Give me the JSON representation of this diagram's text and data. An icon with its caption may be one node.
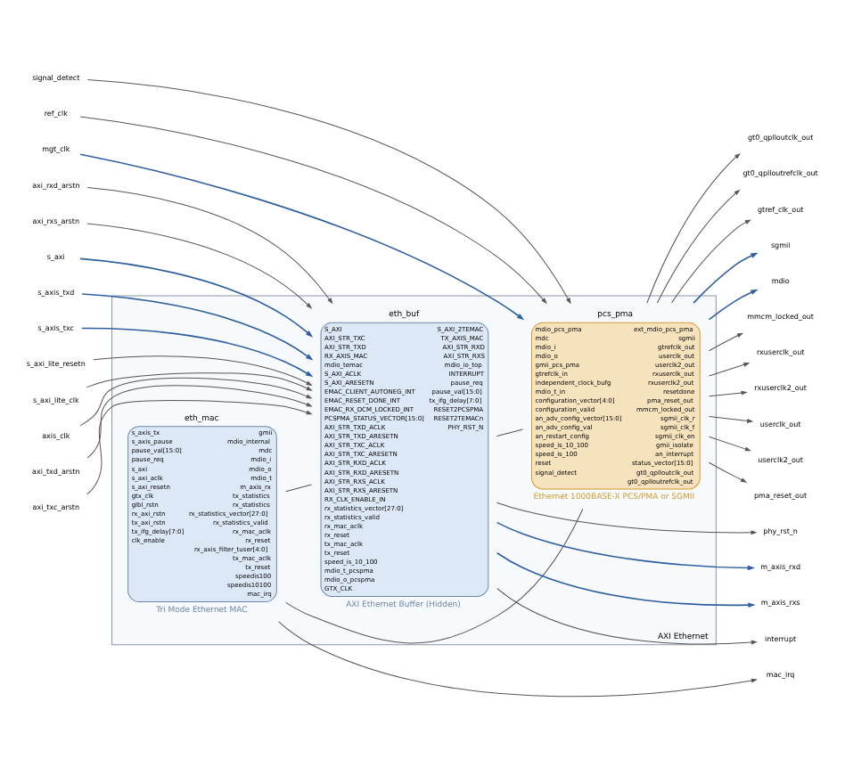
{
  "diagram": {
    "nodes": [
      {
        "text": [
          "AXI Ethernet"
        ]
      },
      {
        "text": [
          "eth_mac",
          "s_axis_tx",
          "s_axis_pause",
          "pause_val[15:0]",
          "pause_req",
          "s_axi",
          "s_axi_aclk",
          "s_axi_resetn",
          "gtx_clk",
          "glbl_rstn",
          "rx_axi_rstn",
          "tx_axi_rstn",
          "tx_ifg_delay[7:0]",
          "clk_enable",
          "gmii",
          "mdio_internal",
          "mdc",
          "mdio_i",
          "mdio_o",
          "mdio_t",
          "m_axis_rx",
          "tx_statistics",
          "rx_statistics",
          "rx_statistics_vector[27:0]",
          "rx_statistics_valid",
          "rx_mac_aclk",
          "rx_reset",
          "rx_axis_filter_tuser[4:0]",
          "tx_mac_aclk",
          "tx_reset",
          "speedis100",
          "speedis10100",
          "mac_irq",
          "Tri Mode Ethernet MAC"
        ],
        "in": 0
      },
      {
        "text": [
          "eth_buf",
          "S_AXI",
          "AXI_STR_TXC",
          "AXI_STR_TXD",
          "RX_AXIS_MAC",
          "mdio_temac",
          "S_AXI_ACLK",
          "S_AXI_ARESETN",
          "EMAC_CLIENT_AUTONEG_INT",
          "EMAC_RESET_DONE_INT",
          "EMAC_RX_DCM_LOCKED_INT",
          "PCSPMA_STATUS_VECTOR[15:0]",
          "AXI_STR_TXD_ACLK",
          "AXI_STR_TXD_ARESETN",
          "AXI_STR_TXC_ACLK",
          "AXI_STR_TXC_ARESETN",
          "AXI_STR_RXD_ACLK",
          "AXI_STR_RXD_ARESETN",
          "AXI_STR_RXS_ACLK",
          "AXI_STR_RXS_ARESETN",
          "RX_CLK_ENABLE_IN",
          "rx_statistics_vector[27:0]",
          "rx_statistics_valid",
          "rx_mac_aclk",
          "rx_reset",
          "tx_mac_aclk",
          "tx_reset",
          "speed_is_10_100",
          "mdio_t_pcspma",
          "mdio_o_pcspma",
          "GTX_CLK",
          "S_AXI_2TEMAC",
          "TX_AXIS_MAC",
          "AXI_STR_RXD",
          "AXI_STR_RXS",
          "mdio_io_top",
          "INTERRUPT",
          "pause_req",
          "pause_val[15:0]",
          "tx_ifg_delay[7:0]",
          "RESET2PCSPMA",
          "RESET2TEMACn",
          "PHY_RST_N",
          "AXI Ethernet Buffer (Hidden)"
        ],
        "in": 0
      },
      {
        "text": [
          "pcs_pma",
          "mdio_pcs_pma",
          "mdc",
          "mdio_i",
          "mdio_o",
          "gmii_pcs_pma",
          "gtrefclk_in",
          "independent_clock_bufg",
          "mdio_t_in",
          "configuration_vector[4:0]",
          "configuration_valid",
          "an_adv_config_vector[15:0]",
          "an_adv_config_val",
          "an_restart_config",
          "speed_is_10_100",
          "speed_is_100",
          "reset",
          "signal_detect",
          "ext_mdio_pcs_pma",
          "sgmii",
          "gtrefclk_out",
          "userclk_out",
          "userclk2_out",
          "rxuserclk_out",
          "rxuserclk2_out",
          "resetdone",
          "pma_reset_out",
          "mmcm_locked_out",
          "sgmii_clk_r",
          "sgmii_clk_f",
          "sgmii_clk_en",
          "gmii_isolate",
          "an_interrupt",
          "status_vector[15:0]",
          "gt0_qplloutclk_out",
          "gt0_qplloutrefclk_out",
          "Ethernet 1000BASE-X PCS/PMA or SGMII"
        ],
        "in": 0
      },
      {
        "text": [
          "s_axi"
        ]
      },
      {
        "text": [
          "s_axis_txd"
        ]
      },
      {
        "text": [
          "s_axis_txc"
        ]
      },
      {
        "text": [
          "mgt_clk"
        ]
      },
      {
        "text": [
          "s_axi_lite_resetn"
        ]
      },
      {
        "text": [
          "s_axi_lite_clk"
        ]
      },
      {
        "text": [
          "axis_clk"
        ]
      },
      {
        "text": [
          "axi_txd_arstn"
        ]
      },
      {
        "text": [
          "axi_txc_arstn"
        ]
      },
      {
        "text": [
          "axi_rxd_arstn"
        ]
      },
      {
        "text": [
          "axi_rxs_arstn"
        ]
      },
      {
        "text": [
          "signal_detect"
        ]
      },
      {
        "text": [
          "ref_clk"
        ]
      },
      {
        "text": [
          "m_axis_rxd"
        ]
      },
      {
        "text": [
          "m_axis_rxs"
        ]
      },
      {
        "text": [
          "sgmii"
        ]
      },
      {
        "text": [
          "mdio"
        ]
      },
      {
        "text": [
          "mac_irq"
        ]
      },
      {
        "text": [
          "interrupt"
        ]
      },
      {
        "text": [
          "mmcm_locked_out"
        ]
      },
      {
        "text": [
          "rxuserclk_out"
        ]
      },
      {
        "text": [
          "rxuserclk2_out"
        ]
      },
      {
        "text": [
          "userclk_out"
        ]
      },
      {
        "text": [
          "userclk2_out"
        ]
      },
      {
        "text": [
          "pma_reset_out"
        ]
      },
      {
        "text": [
          "gt0_qplloutclk_out"
        ]
      },
      {
        "text": [
          "gt0_qplloutrefclk_out"
        ]
      },
      {
        "text": [
          "phy_rst_n"
        ]
      },
      {
        "text": [
          "gtref_clk_out"
        ]
      }
    ],
    "edges": [
      {
        "from": 4,
        "to": 2,
        "arrow": "to",
        "color": "#2f5f9e"
      },
      {
        "from": 5,
        "to": 2,
        "arrow": "to",
        "color": "#2f5f9e"
      },
      {
        "from": 6,
        "to": 2,
        "arrow": "to",
        "color": "#2f5f9e"
      },
      {
        "from": 7,
        "to": 3,
        "arrow": "to",
        "color": "#2f5f9e"
      },
      {
        "from": 8,
        "to": 2,
        "arrow": "to"
      },
      {
        "from": 9,
        "to": 2,
        "arrow": "to"
      },
      {
        "from": 10,
        "to": 2,
        "arrow": "to"
      },
      {
        "from": 11,
        "to": 2,
        "arrow": "to"
      },
      {
        "from": 12,
        "to": 2,
        "arrow": "to"
      },
      {
        "from": 13,
        "to": 2,
        "arrow": "to"
      },
      {
        "from": 14,
        "to": 2,
        "arrow": "to"
      },
      {
        "from": 15,
        "to": 3,
        "arrow": "to"
      },
      {
        "from": 16,
        "to": 3,
        "arrow": "to"
      },
      {
        "from": 1,
        "to": 2,
        "arrow": "none"
      },
      {
        "from": 2,
        "to": 3,
        "arrow": "none"
      },
      {
        "from": 1,
        "to": 3,
        "arrow": "none"
      },
      {
        "from": 2,
        "to": 17,
        "arrow": "to",
        "color": "#2f5f9e"
      },
      {
        "from": 2,
        "to": 18,
        "arrow": "to",
        "color": "#2f5f9e"
      },
      {
        "from": 3,
        "to": 19,
        "arrow": "to",
        "color": "#2f5f9e"
      },
      {
        "from": 3,
        "to": 20,
        "arrow": "to",
        "color": "#2f5f9e"
      },
      {
        "from": 1,
        "to": 21,
        "arrow": "to"
      },
      {
        "from": 2,
        "to": 22,
        "arrow": "to"
      },
      {
        "from": 3,
        "to": 23,
        "arrow": "to"
      },
      {
        "from": 3,
        "to": 24,
        "arrow": "to"
      },
      {
        "from": 3,
        "to": 25,
        "arrow": "to"
      },
      {
        "from": 3,
        "to": 26,
        "arrow": "to"
      },
      {
        "from": 3,
        "to": 27,
        "arrow": "to"
      },
      {
        "from": 3,
        "to": 28,
        "arrow": "to"
      },
      {
        "from": 3,
        "to": 29,
        "arrow": "to"
      },
      {
        "from": 3,
        "to": 30,
        "arrow": "to"
      },
      {
        "from": 2,
        "to": 31,
        "arrow": "to"
      },
      {
        "from": 3,
        "to": 32,
        "arrow": "to"
      }
    ]
  }
}
